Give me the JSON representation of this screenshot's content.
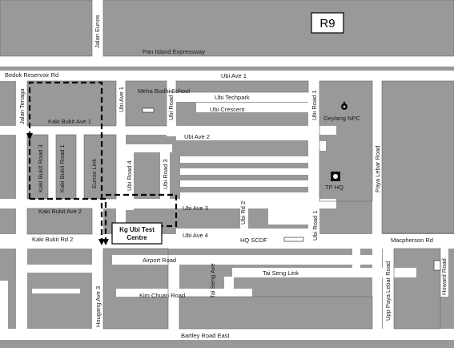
{
  "badge": "R9",
  "roads": {
    "jalan_eunos": "Jalan Eunos",
    "pie": "Pan Island Expressway",
    "bedok_reservoir": "Bedok Reservoir Rd",
    "ubi_ave_1": "Ubi Ave 1",
    "ubi_techpark": "Ubi Techpark",
    "ubi_crescent": "Ubi Crescent",
    "jalan_tenaga": "Jalan Tenaga",
    "kaki_bukit_ave_1": "Kaki Bukit Ave 1",
    "ubi_ave_2": "Ubi Ave 2",
    "ubi_ave_3": "Ubi Ave 3",
    "ubi_ave_4": "Ubi Ave 4",
    "kaki_bukit_ave_2": "Kaki Bukit Ave 2",
    "kaki_bukit_rd_2": "Kaki Bukit Rd 2",
    "kaki_bukit_road_3": "Kaki Bukit Road 3",
    "kaki_bukit_road_1": "Kaki Bukit Road 1",
    "eunos_link": "Eunos Link",
    "ubi_ave_1_v": "Ubi Ave 1",
    "ubi_road_3_top": "Ubi Road 3",
    "ubi_road_3_mid": "Ubi Road 3",
    "ubi_road_4": "Ubi Road 4",
    "ubi_road_1_top": "Ubi Road 1",
    "ubi_road_1_bottom": "Ubi Road 1",
    "ubi_rd_2": "Ubi Rd 2",
    "paya_lebar_road": "Paya Lebar Road",
    "macpherson_rd": "Macpherson Rd",
    "airport_road": "Airport Road",
    "tai_seng_ave": "Tai Seng Ave",
    "tai_seng_link": "Tai Seng Link",
    "kim_chuan_road": "Kim Chuan Road",
    "hougang_ave_3": "Hougang Ave 3",
    "upp_paya_lebar_road": "Upp Paya Lebar Road",
    "howard_road": "Howard Road",
    "bartley_road_east": "Bartley Road East"
  },
  "places": {
    "meha_bodhi_school": "Meha Bodhi School",
    "geylang_npc": "Geylang NPC",
    "tp_hq": "TP HQ",
    "hq_scdf": "HQ SCDF",
    "test_centre_line1": "Kg Ubi Test",
    "test_centre_line2": "Centre"
  },
  "colors": {
    "block": "#999999",
    "road": "#ffffff",
    "route": "#000000"
  }
}
